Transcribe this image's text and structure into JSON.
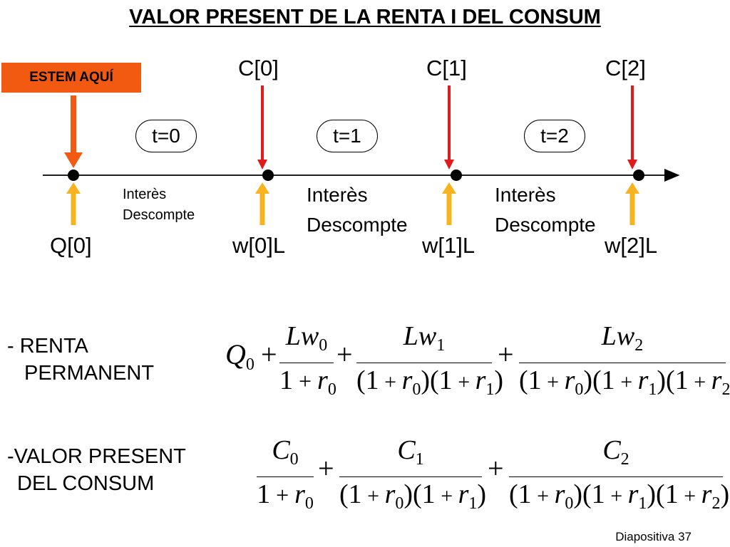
{
  "title": "VALOR PRESENT DE LA RENTA I DEL CONSUM",
  "here_label": "ESTEM AQUÍ",
  "timeline": {
    "consumption": [
      "C[0]",
      "C[1]",
      "C[2]"
    ],
    "periods": [
      "t=0",
      "t=1",
      "t=2"
    ],
    "incomes": [
      "Q[0]",
      "w[0]L",
      "w[1]L",
      "w[2]L"
    ],
    "interest": [
      "Interès",
      "Interès",
      "Interès"
    ],
    "discount": [
      "Descompte",
      "Descompte",
      "Descompte"
    ]
  },
  "colors": {
    "badge": "#f25a12",
    "orange_arrow": "#f25a12",
    "red_arrow": "#e11b1b",
    "yellow_arrow": "#f6b420"
  },
  "sections": {
    "income_label_1": "- RENTA",
    "income_label_2": "PERMANENT",
    "consumption_label_1": "-VALOR PRESENT",
    "consumption_label_2": "DEL CONSUM"
  },
  "formula_income": {
    "q": "Q",
    "q_sub": "0",
    "t1_num": "Lw",
    "t1_num_sub": "0",
    "t1_den": "1 + r",
    "t1_den_sub": "0",
    "t2_num": "Lw",
    "t2_num_sub": "1",
    "t3_num": "Lw",
    "t3_num_sub": "2",
    "plus": "+"
  },
  "formula_consumption": {
    "c0": "C",
    "c0_sub": "0",
    "c1": "C",
    "c1_sub": "1",
    "c2": "C",
    "c2_sub": "2",
    "plus": "+"
  },
  "footer": "Diapositiva 37"
}
